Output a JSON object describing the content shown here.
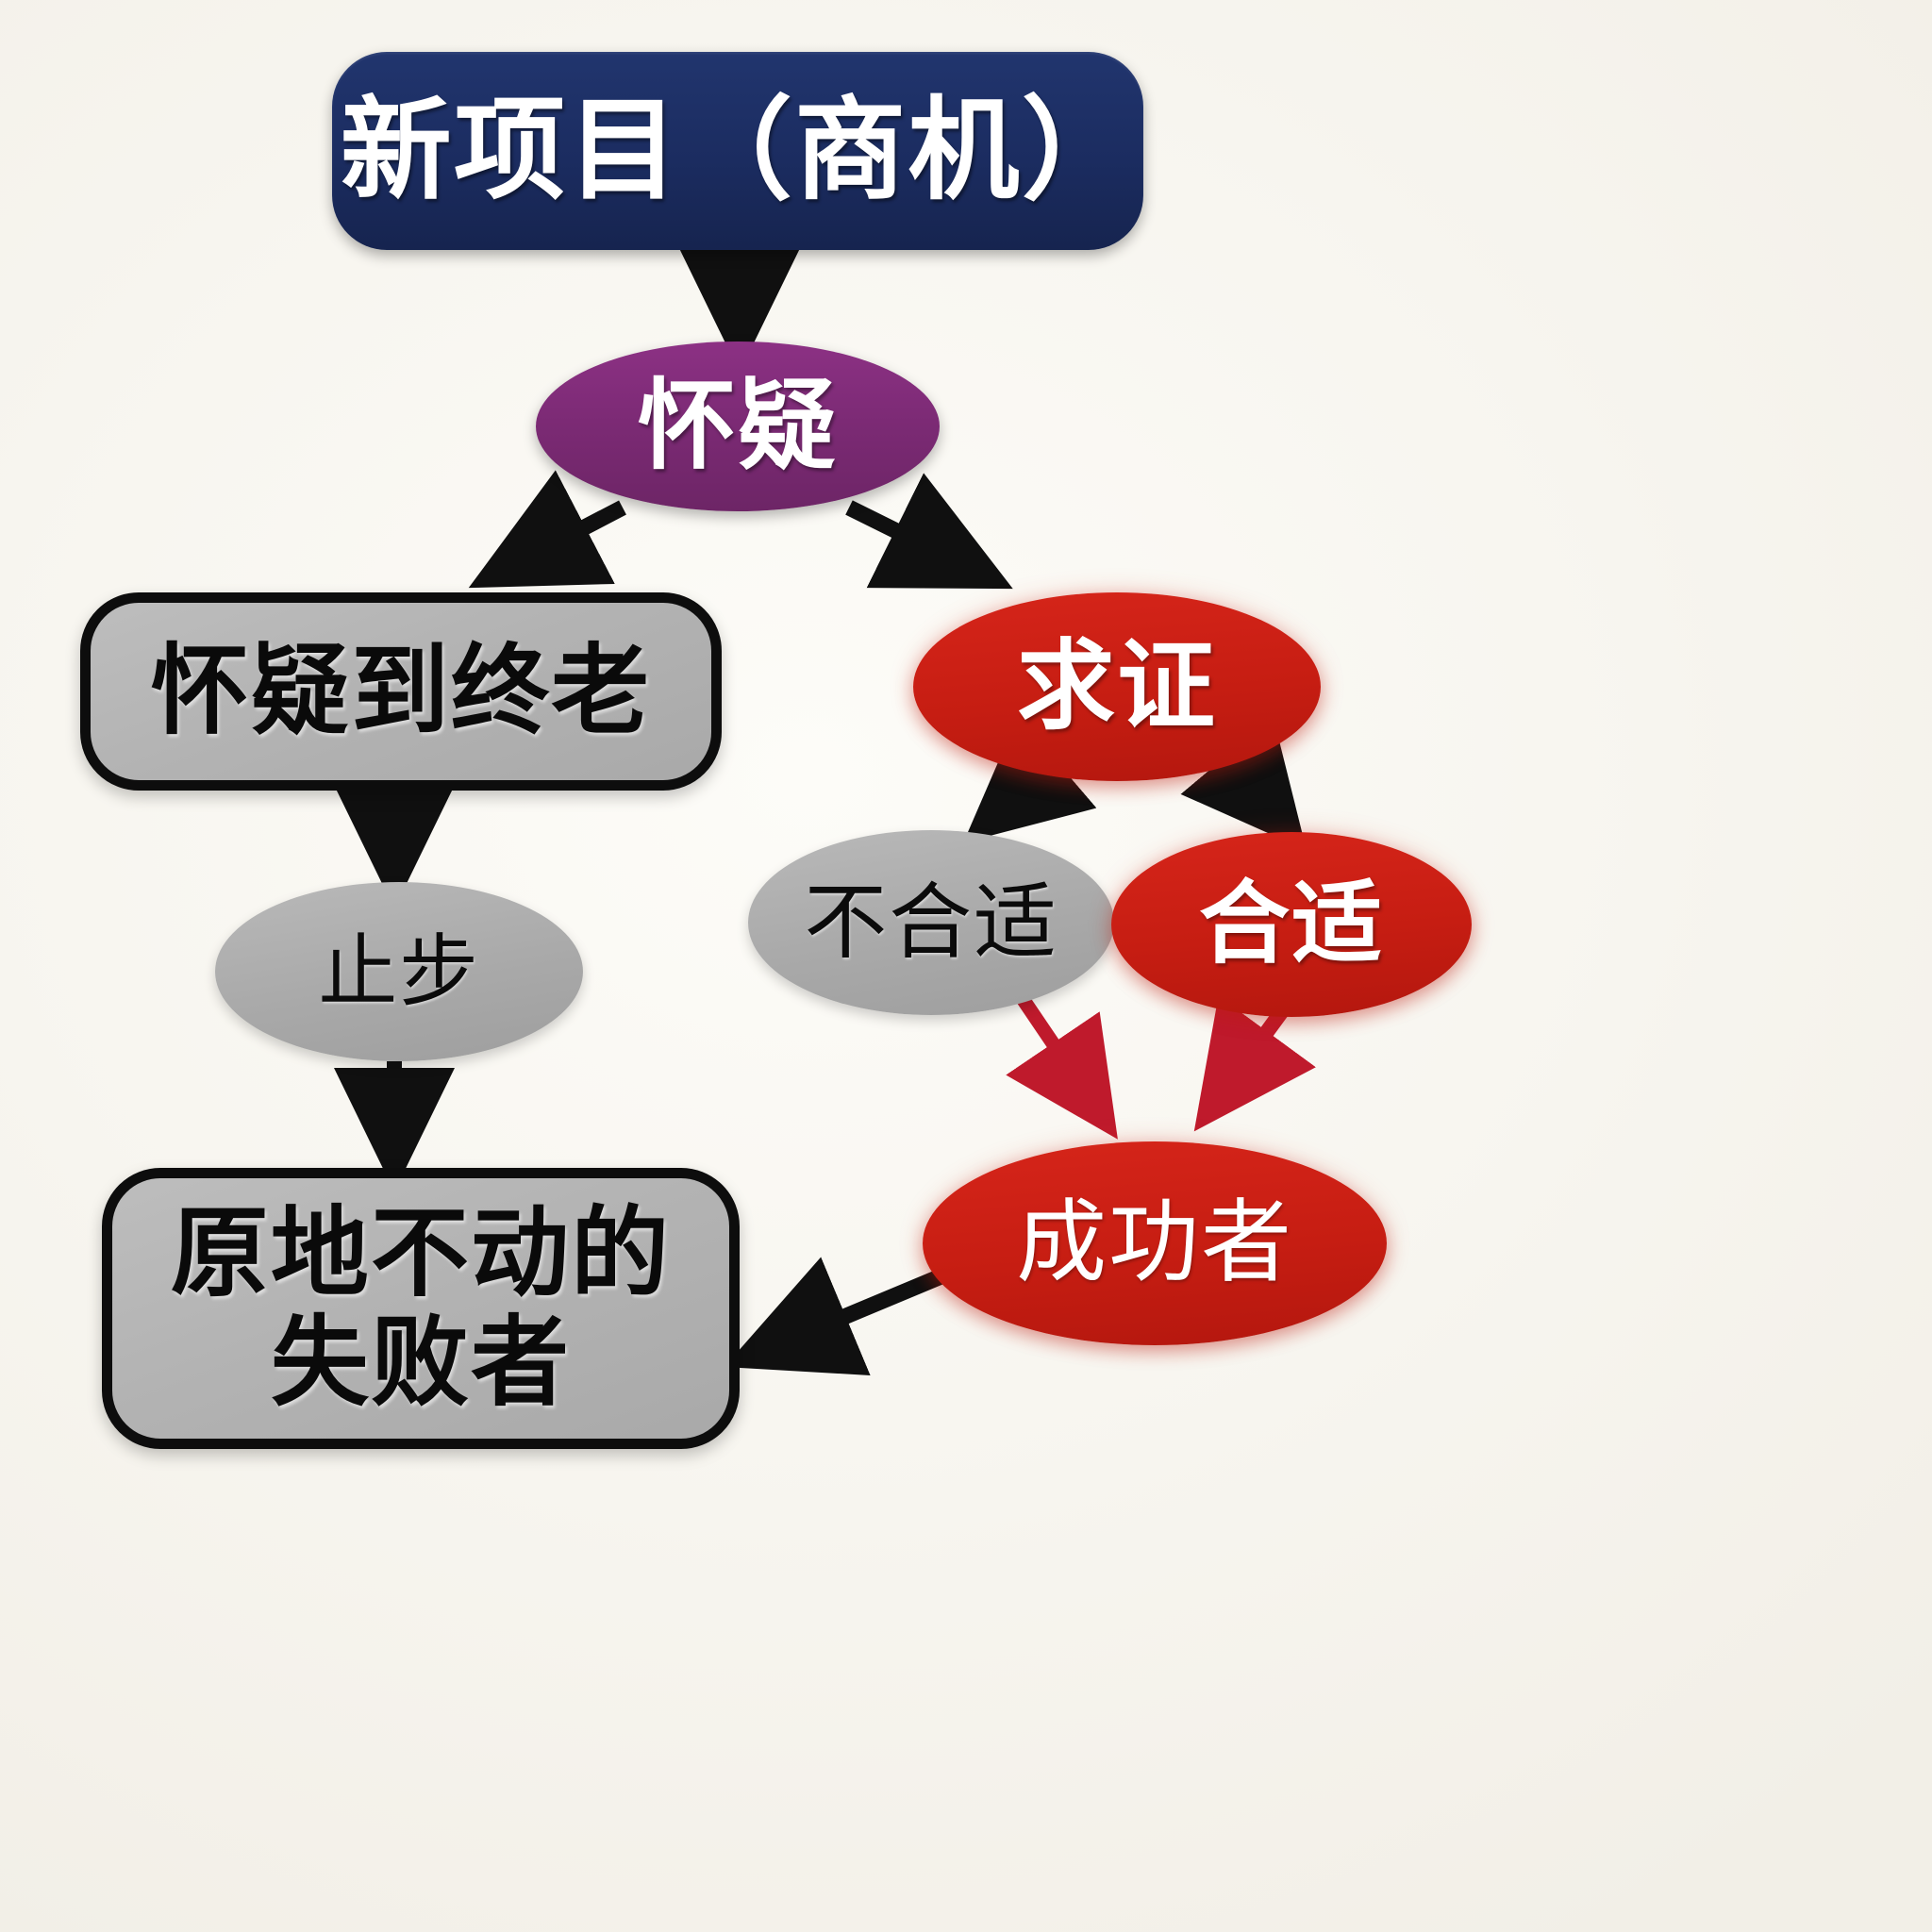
{
  "diagram": {
    "title_node": "新项目（商机）",
    "background_color": "#f7f5ef",
    "nodes": {
      "new_project": {
        "label": "新项目（商机）",
        "shape": "rounded-rect",
        "color": "#1e3a6e",
        "text_color": "#ffffff"
      },
      "doubt": {
        "label": "怀疑",
        "shape": "ellipse",
        "color": "#7b2a74",
        "text_color": "#ffffff"
      },
      "doubt_forever": {
        "label": "怀疑到终老",
        "shape": "rounded-rect",
        "color": "#b3b3b3",
        "text_color": "#0a0a0a"
      },
      "verify": {
        "label": "求证",
        "shape": "ellipse",
        "color": "#c61d12",
        "text_color": "#ffffff"
      },
      "stop": {
        "label": "止步",
        "shape": "ellipse",
        "color": "#a9a9a9",
        "text_color": "#0b0b0b"
      },
      "unsuitable": {
        "label": "不合适",
        "shape": "ellipse",
        "color": "#a9a9a9",
        "text_color": "#0b0b0b"
      },
      "suitable": {
        "label": "合适",
        "shape": "ellipse",
        "color": "#c61d12",
        "text_color": "#ffffff"
      },
      "successor": {
        "label": "成功者",
        "shape": "ellipse",
        "color": "#c61d12",
        "text_color": "#ffffff"
      },
      "loser": {
        "label_line1": "原地不动的",
        "label_line2": "失败者",
        "shape": "rounded-rect",
        "color": "#b3b3b3",
        "text_color": "#0a0a0a"
      }
    },
    "edges": [
      {
        "from": "new_project",
        "to": "doubt",
        "color": "#111111",
        "style": "straight-down"
      },
      {
        "from": "doubt",
        "to": "doubt_forever",
        "color": "#111111",
        "style": "diagonal-left"
      },
      {
        "from": "doubt",
        "to": "verify",
        "color": "#111111",
        "style": "diagonal-right"
      },
      {
        "from": "doubt_forever",
        "to": "stop",
        "color": "#111111",
        "style": "straight-down"
      },
      {
        "from": "stop",
        "to": "loser",
        "color": "#111111",
        "style": "straight-down"
      },
      {
        "from": "verify",
        "to": "unsuitable",
        "color": "#111111",
        "style": "diagonal-left"
      },
      {
        "from": "verify",
        "to": "suitable",
        "color": "#111111",
        "style": "diagonal-right"
      },
      {
        "from": "unsuitable",
        "to": "successor",
        "color": "#c0182c",
        "style": "diagonal-right"
      },
      {
        "from": "suitable",
        "to": "successor",
        "color": "#c0182c",
        "style": "diagonal-left"
      },
      {
        "from": "successor",
        "to": "loser",
        "color": "#111111",
        "style": "diagonal-left"
      }
    ]
  }
}
